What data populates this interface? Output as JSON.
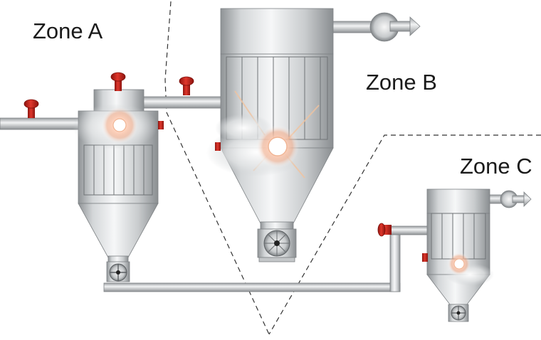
{
  "zones": {
    "a": {
      "label": "Zone A"
    },
    "b": {
      "label": "Zone B"
    },
    "c": {
      "label": "Zone C"
    }
  },
  "colors": {
    "vessel_light": "#f2f3f4",
    "vessel_dark": "#9a9d9f",
    "valve_red": "#c8231b",
    "boundary_line": "#333333",
    "glow": "#ffd9c4"
  },
  "icons": {
    "relief_valve": "red-relief-valve-icon",
    "rotary_valve": "rotary-airlock-valve-icon",
    "fan": "exhaust-fan-icon",
    "explosion": "explosion-flash-icon"
  }
}
